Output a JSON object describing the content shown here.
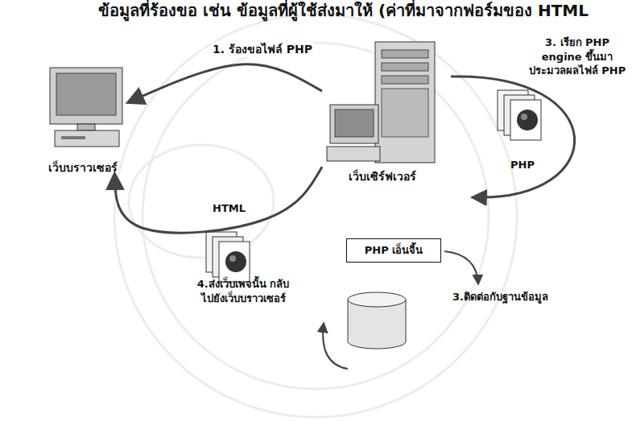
{
  "diagram": {
    "nodes": [
      {
        "text": [
          "เว็บบราวเซอร์"
        ]
      },
      {
        "text": [
          "เว็บเซิร์ฟเวอร์"
        ]
      },
      {
        "text": [
          "PHP เอ็นจิ้น"
        ]
      }
    ],
    "edges": [
      {
        "from": 1,
        "to": 0,
        "label": "1. ร้องขอไฟล์ PHP",
        "arrow": "to"
      },
      {
        "from": 1,
        "to": 0,
        "label": "HTML",
        "arrow": "to"
      }
    ],
    "labels": [
      "ข้อมูลที่ร้องขอ เช่น ข้อมูลที่ผู้ใช้ส่งมาให้ (ค่าที่มาจากฟอร์มของ HTML",
      "3. เรียก PHP engine ขึ้นมาประมวลผลไฟล์ PHP",
      "PHP",
      "4.ส่งเว็บเพจนั้น กลับไปยังเว็บบราวเซอร์",
      "3.ติดต่อกับฐานข้อมูล"
    ]
  }
}
